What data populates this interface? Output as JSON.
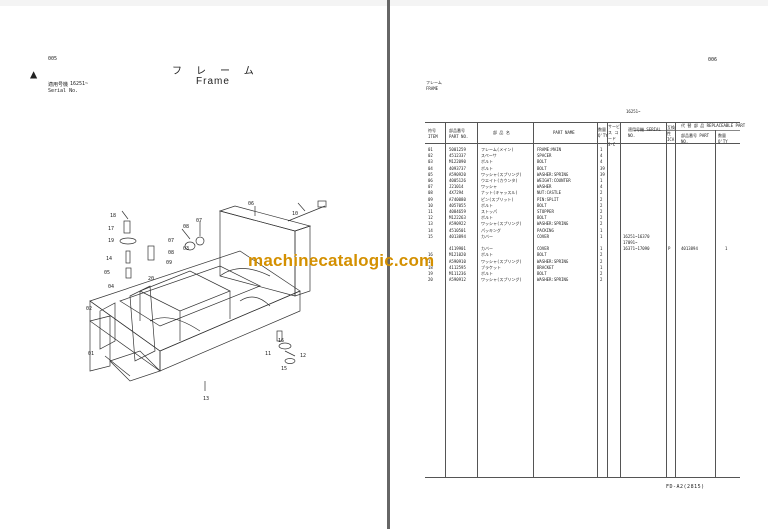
{
  "left_page": {
    "page_code": "005",
    "title_jp": "フレーム",
    "title_en": "Frame",
    "serial_label_jp": "適用号機",
    "serial_value": "16251~",
    "serial_label_en": "Serial No.",
    "callouts": [
      "18",
      "17",
      "19",
      "14",
      "05",
      "06",
      "07",
      "08",
      "03",
      "04",
      "20",
      "07",
      "08",
      "09",
      "10",
      "02",
      "01",
      "16",
      "15",
      "12",
      "11",
      "13",
      "01"
    ]
  },
  "right_page": {
    "page_code": "006",
    "title_jp": "フレーム",
    "title_en": "FRAME",
    "serial_header": "16251~",
    "headers": {
      "item": "符号 ITEM",
      "part_no": "部品番号 PART NO.",
      "name_jp": "部 品 名",
      "part_name": "PART NAME",
      "qty": "数量 Q'TY",
      "group": "サービス コード S-C",
      "serial": "適用号機 SERIAL NO.",
      "ica": "互換性 ICA",
      "replaceable": "代 替 部 品 REPLACEABLE PART",
      "rep_part_no": "部品番号 PART NO.",
      "rep_qty": "数量 Q'TY"
    },
    "rows": [
      {
        "item": "01",
        "part_no": "5001259",
        "name_jp": "フレーム(メイン)",
        "name": "FRAME:MAIN",
        "qty": "1",
        "serial": "",
        "ica": "",
        "rep": "",
        "rep_qty": ""
      },
      {
        "item": "02",
        "part_no": "4512337",
        "name_jp": "スペーサ",
        "name": "SPACER",
        "qty": "4",
        "serial": "",
        "ica": "",
        "rep": "",
        "rep_qty": ""
      },
      {
        "item": "03",
        "part_no": "M122090",
        "name_jp": "ボルト",
        "name": "BOLT",
        "qty": "4",
        "serial": "",
        "ica": "",
        "rep": "",
        "rep_qty": ""
      },
      {
        "item": "04",
        "part_no": "4093737",
        "name_jp": "ボルト",
        "name": "BOLT",
        "qty": "39",
        "serial": "",
        "ica": "",
        "rep": "",
        "rep_qty": ""
      },
      {
        "item": "05",
        "part_no": "A590920",
        "name_jp": "ワッシャ(スプリング)",
        "name": "WASHER:SPRING",
        "qty": "39",
        "serial": "",
        "ica": "",
        "rep": "",
        "rep_qty": ""
      },
      {
        "item": "06",
        "part_no": "4005126",
        "name_jp": "ウエイト(カウンタ)",
        "name": "WEIGHT:COUNTER",
        "qty": "1",
        "serial": "",
        "ica": "",
        "rep": "",
        "rep_qty": ""
      },
      {
        "item": "07",
        "part_no": "J21014",
        "name_jp": "ワッシャ",
        "name": "WASHER",
        "qty": "4",
        "serial": "",
        "ica": "",
        "rep": "",
        "rep_qty": ""
      },
      {
        "item": "08",
        "part_no": "4X7294",
        "name_jp": "ナット(キャッスル)",
        "name": "NUT:CASTLE",
        "qty": "2",
        "serial": "",
        "ica": "",
        "rep": "",
        "rep_qty": ""
      },
      {
        "item": "09",
        "part_no": "A740080",
        "name_jp": "ピン(スプリット)",
        "name": "PIN:SPLIT",
        "qty": "2",
        "serial": "",
        "ica": "",
        "rep": "",
        "rep_qty": ""
      },
      {
        "item": "10",
        "part_no": "4057055",
        "name_jp": "ボルト",
        "name": "BOLT",
        "qty": "2",
        "serial": "",
        "ica": "",
        "rep": "",
        "rep_qty": ""
      },
      {
        "item": "11",
        "part_no": "4084659",
        "name_jp": "ストッパ",
        "name": "STOPPER",
        "qty": "2",
        "serial": "",
        "ica": "",
        "rep": "",
        "rep_qty": ""
      },
      {
        "item": "12",
        "part_no": "M122263",
        "name_jp": "ボルト",
        "name": "BOLT",
        "qty": "2",
        "serial": "",
        "ica": "",
        "rep": "",
        "rep_qty": ""
      },
      {
        "item": "13",
        "part_no": "A590922",
        "name_jp": "ワッシャ(スプリング)",
        "name": "WASHER:SPRING",
        "qty": "2",
        "serial": "",
        "ica": "",
        "rep": "",
        "rep_qty": ""
      },
      {
        "item": "14",
        "part_no": "4510501",
        "name_jp": "パッキング",
        "name": "PACKING",
        "qty": "1",
        "serial": "",
        "ica": "",
        "rep": "",
        "rep_qty": ""
      },
      {
        "item": "15",
        "part_no": "4013894",
        "name_jp": "カバー",
        "name": "COVER",
        "qty": "1",
        "serial": "16251~16370",
        "ica": "",
        "rep": "",
        "rep_qty": ""
      },
      {
        "item": "",
        "part_no": "",
        "name_jp": "",
        "name": "",
        "qty": "",
        "serial": "17091~",
        "ica": "",
        "rep": "",
        "rep_qty": ""
      },
      {
        "item": "",
        "part_no": "4119901",
        "name_jp": "カバー",
        "name": "COVER",
        "qty": "1",
        "serial": "16371~17090",
        "ica": "P",
        "rep": "4013894",
        "rep_qty": "1"
      },
      {
        "item": "16",
        "part_no": "M121020",
        "name_jp": "ボルト",
        "name": "BOLT",
        "qty": "2",
        "serial": "",
        "ica": "",
        "rep": "",
        "rep_qty": ""
      },
      {
        "item": "17",
        "part_no": "A590910",
        "name_jp": "ワッシャ(スプリング)",
        "name": "WASHER:SPRING",
        "qty": "2",
        "serial": "",
        "ica": "",
        "rep": "",
        "rep_qty": ""
      },
      {
        "item": "18",
        "part_no": "4112595",
        "name_jp": "ブラケット",
        "name": "BRACKET",
        "qty": "1",
        "serial": "",
        "ica": "",
        "rep": "",
        "rep_qty": ""
      },
      {
        "item": "19",
        "part_no": "M111236",
        "name_jp": "ボルト",
        "name": "BOLT",
        "qty": "2",
        "serial": "",
        "ica": "",
        "rep": "",
        "rep_qty": ""
      },
      {
        "item": "20",
        "part_no": "A590912",
        "name_jp": "ワッシャ(スプリング)",
        "name": "WASHER:SPRING",
        "qty": "2",
        "serial": "",
        "ica": "",
        "rep": "",
        "rep_qty": ""
      }
    ],
    "footer_code": "FD-A2(2815)"
  },
  "watermark": "machinecatalogic.com"
}
